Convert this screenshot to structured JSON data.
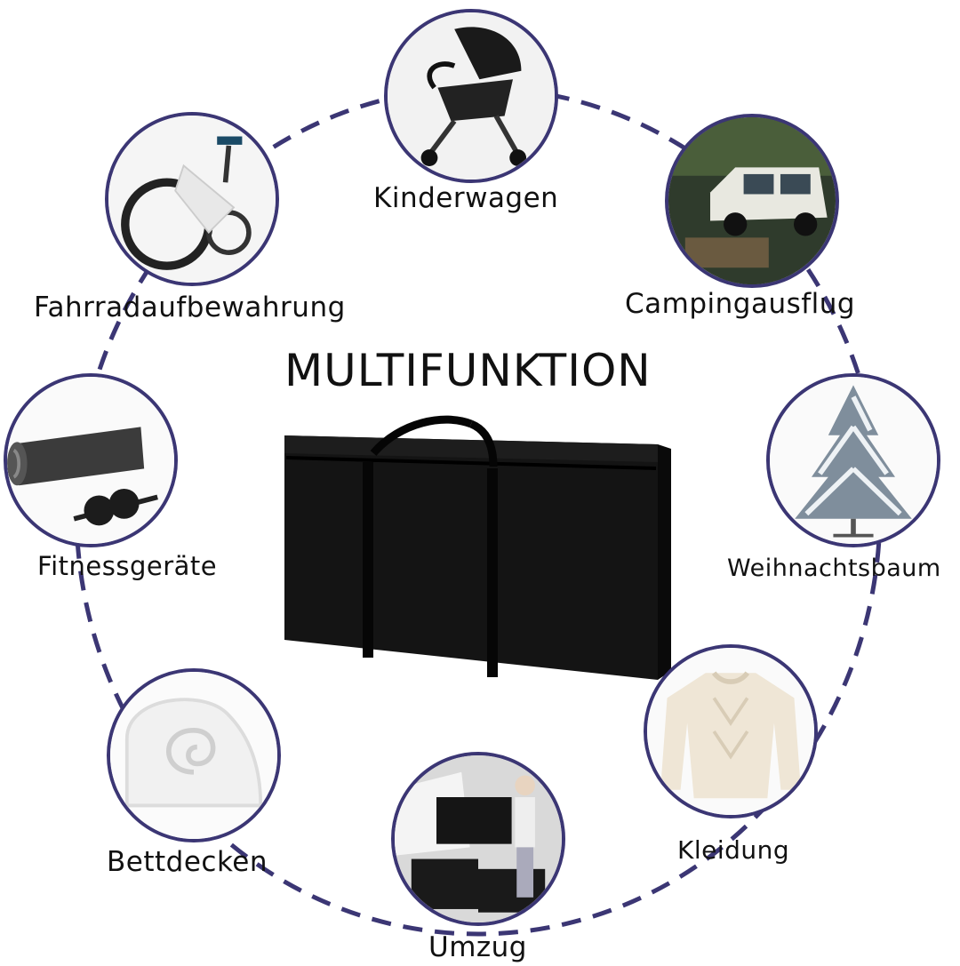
{
  "title": "MULTIFUNKTION",
  "accent_color": "#3b3674",
  "uses": [
    {
      "label": "Kinderwagen",
      "icon": "stroller-icon"
    },
    {
      "label": "Campingausflug",
      "icon": "camping-car-icon"
    },
    {
      "label": "Weihnachtsbaum",
      "icon": "christmas-tree-icon"
    },
    {
      "label": "Kleidung",
      "icon": "sweater-icon"
    },
    {
      "label": "Umzug",
      "icon": "moving-bags-icon"
    },
    {
      "label": "Bettdecken",
      "icon": "duvet-icon"
    },
    {
      "label": "Fitnessgeräte",
      "icon": "fitness-mat-icon"
    },
    {
      "label": "Fahrradaufbewahrung",
      "icon": "bicycle-icon"
    }
  ]
}
